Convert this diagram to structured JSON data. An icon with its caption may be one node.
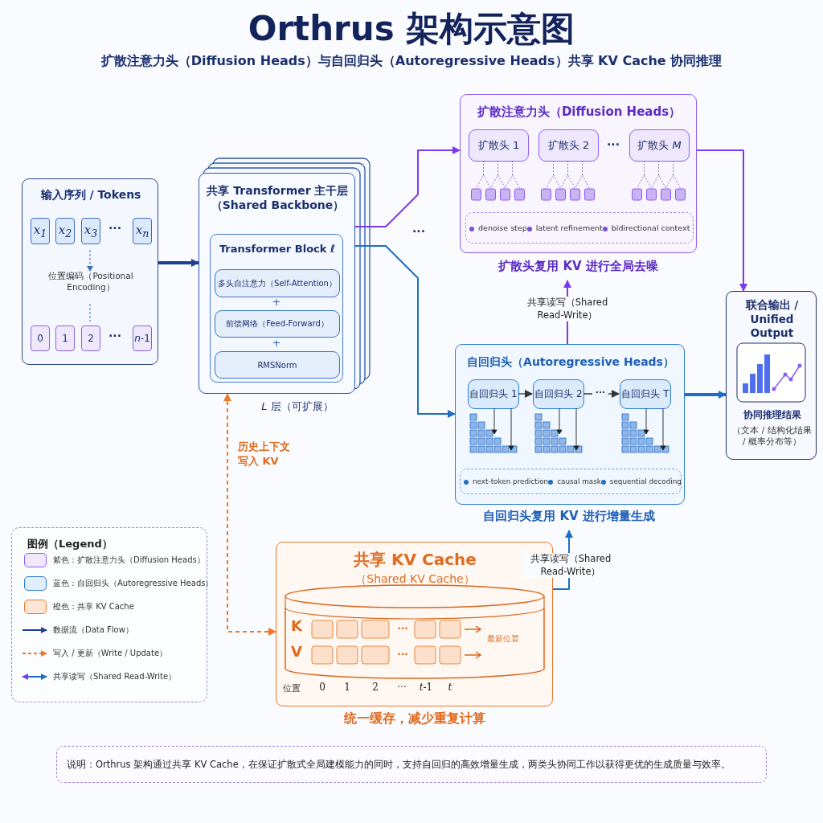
{
  "diagram": {
    "title": "Orthrus 架构示意图",
    "caption": "说明：Orthrus 架构通过共享 KV Cache，在保证扩散式全局建模能力的同时，支持自回归的高效增量生成，两类头协同工作以获得更优的生成质量与效率。",
    "nodes": [
      {
        "text": [
          "输入序列 / Tokens",
          "位置编码（Positional Encoding）"
        ]
      },
      {
        "text": [
          "x$_{1}$"
        ],
        "in": 0
      },
      {
        "text": [
          "x$_{2}$"
        ],
        "in": 0
      },
      {
        "text": [
          "x$_{3}$"
        ],
        "in": 0
      },
      {
        "text": [
          "x$_{n}$"
        ],
        "in": 0
      },
      {
        "text": [
          "0"
        ],
        "in": 0
      },
      {
        "text": [
          "1"
        ],
        "in": 0
      },
      {
        "text": [
          "2"
        ],
        "in": 0
      },
      {
        "text": [
          "*n*-1"
        ],
        "in": 0
      },
      {
        "text": [
          "共享 Transformer 主干层（Shared Backbone）"
        ],
        "beside": [
          "*L* 层（可扩展）"
        ]
      },
      {
        "text": [
          "Transformer Block *ℓ*"
        ],
        "in": 9
      },
      {
        "text": [
          "多头自注意力（Self-Attention）"
        ],
        "in": 10
      },
      {
        "text": [
          "前馈网络（Feed-Forward）"
        ],
        "in": 10
      },
      {
        "text": [
          "RMSNorm"
        ],
        "in": 10
      },
      {
        "text": [
          "扩散注意力头（Diffusion Heads）"
        ],
        "beside": [
          "扩散头复用 KV 进行全局去噪"
        ]
      },
      {
        "text": [
          "扩散头 1"
        ],
        "in": 14
      },
      {
        "text": [
          "扩散头 2"
        ],
        "in": 14
      },
      {
        "text": [
          "扩散头 *M*"
        ],
        "in": 14
      },
      {
        "text": [
          "denoise step",
          "latent refinement",
          "bidirectional context"
        ],
        "in": 14
      },
      {
        "text": [
          "自回归头（Autoregressive Heads）"
        ],
        "beside": [
          "自回归头复用 KV 进行增量生成"
        ]
      },
      {
        "text": [
          "自回归头 1"
        ],
        "in": 19
      },
      {
        "text": [
          "自回归头 2"
        ],
        "in": 19
      },
      {
        "text": [
          "自回归头 T"
        ],
        "in": 19
      },
      {
        "text": [
          "next-token prediction",
          "causal mask",
          "sequential decoding"
        ],
        "in": 19
      },
      {
        "text": [
          "联合输出 / Unified Output",
          "协同推理结果",
          "（文本 / 结构化结果 / 概率分布等）"
        ]
      },
      {
        "text": [
          "共享 KV Cache",
          "（Shared KV Cache）"
        ],
        "beside": [
          "统一缓存，减少重复计算"
        ]
      }
    ],
    "edges": [
      {
        "from": 0,
        "to": 9,
        "arrow": "to",
        "style": "thick",
        "color": "#1d3f8f"
      },
      {
        "from": 9,
        "to": 14,
        "arrow": "to",
        "color": "#7c3aed"
      },
      {
        "from": 9,
        "to": 19,
        "arrow": "to",
        "color": "#1d6fc4"
      },
      {
        "from": 14,
        "to": 24,
        "arrow": "to",
        "color": "#7c3aed"
      },
      {
        "from": 19,
        "to": 24,
        "arrow": "to",
        "style": "thick",
        "color": "#1d6fc4"
      },
      {
        "from": 20,
        "to": 21,
        "arrow": "to",
        "color": "#333333"
      },
      {
        "from": 21,
        "to": 22,
        "arrow": "to",
        "label": "···",
        "color": "#333333"
      },
      {
        "from": 19,
        "to": 14,
        "arrow": "to",
        "label": "共享读写（Shared Read-Write）",
        "color": "#7c3aed"
      },
      {
        "from": 25,
        "to": 19,
        "arrow": "to",
        "label": "共享读写（Shared Read-Write）",
        "color": "#1d6fc4"
      },
      {
        "from": 9,
        "to": 25,
        "arrow": "both",
        "label": "历史上下文写入 KV",
        "style": "dashed",
        "color": "#f07828"
      }
    ],
    "labels": [
      "扩散注意力头（Diffusion Heads）与自回归头（Autoregressive Heads）共享 KV Cache 协同推理",
      "···",
      "···",
      "+",
      "+",
      "···",
      "···",
      "图例（Legend）",
      "K",
      "V",
      "···",
      "···",
      "最新位置",
      "位置",
      "0",
      "1",
      "2",
      "···",
      "*t*-1",
      "*t*"
    ],
    "legend": [
      {
        "text": "紫色：扩散注意力头（Diffusion Heads）",
        "color": "#efe8fc"
      },
      {
        "text": "蓝色：自回归头（Autoregressive Heads）",
        "color": "#e2eefb"
      },
      {
        "text": "橙色：共享 KV Cache",
        "color": "#fde6d6"
      },
      {
        "text": "数据流（Data Flow）"
      },
      {
        "text": "写入 / 更新（Write / Update）"
      },
      {
        "text": "共享读写（Shared Read-Write）"
      }
    ]
  }
}
